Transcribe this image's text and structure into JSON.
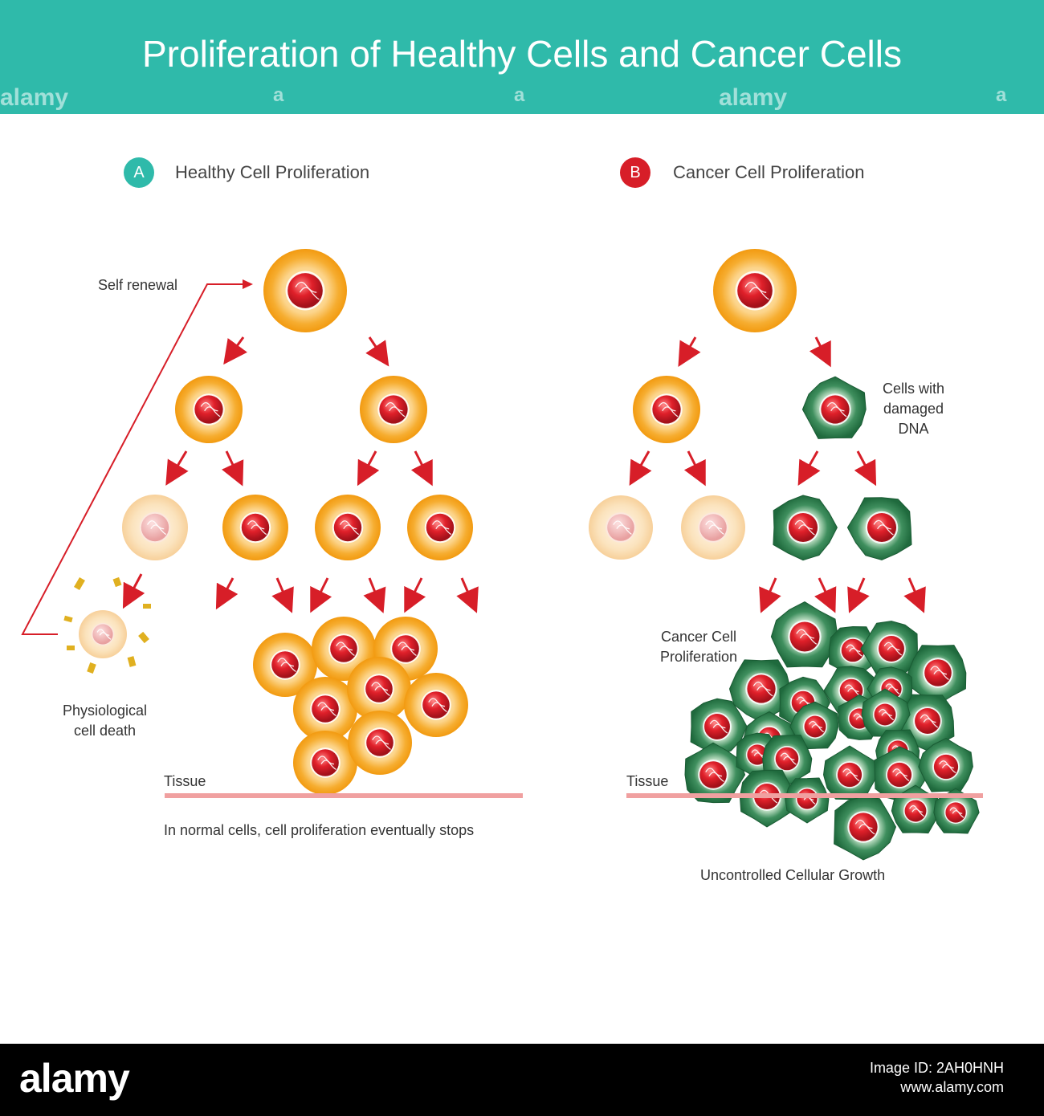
{
  "header": {
    "title": "Proliferation of Healthy Cells and Cancer Cells",
    "watermark": "alamy",
    "watermark_small": "a",
    "color": "#2fbaaa"
  },
  "section_a": {
    "badge": "A",
    "title": "Healthy Cell Proliferation",
    "badge_color": "#2fbaaa",
    "self_renewal_label": "Self renewal",
    "death_label_line1": "Physiological",
    "death_label_line2": "cell death",
    "tissue_label": "Tissue",
    "caption": "In normal cells, cell proliferation eventually stops"
  },
  "section_b": {
    "badge": "B",
    "title": "Cancer Cell Proliferation",
    "badge_color": "#d71e28",
    "damaged_label_line1": "Cells with",
    "damaged_label_line2": "damaged",
    "damaged_label_line3": "DNA",
    "proliferation_label_line1": "Cancer Cell",
    "proliferation_label_line2": "Proliferation",
    "tissue_label": "Tissue",
    "caption": "Uncontrolled Cellular Growth"
  },
  "colors": {
    "healthy_cell": "#f5a623",
    "faded_cell": "#f8d9a8",
    "cancer_cell": "#2e7d4f",
    "nucleus": "#d71e28",
    "arrow_red": "#d71e28",
    "arrow_dark": "#333333",
    "tissue_line": "#f0a0a0"
  },
  "footer": {
    "logo": "alamy",
    "image_id": "Image ID: 2AH0HNH",
    "site": "www.alamy.com"
  }
}
